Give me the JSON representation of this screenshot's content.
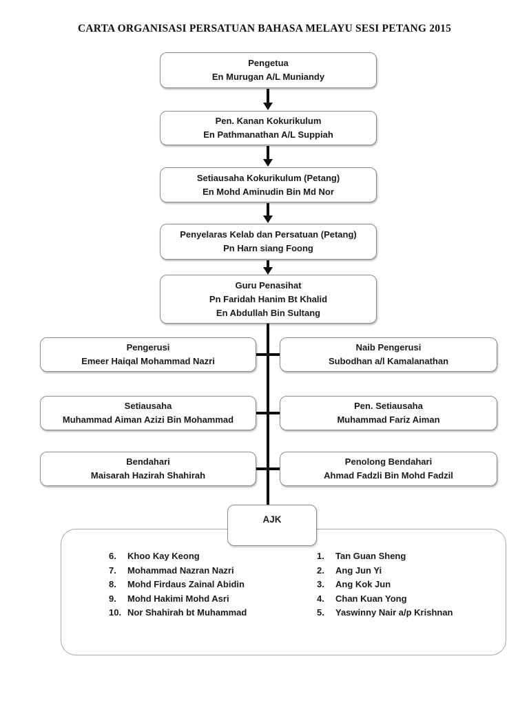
{
  "page": {
    "title": "CARTA ORGANISASI PERSATUAN BAHASA MELAYU SESI PETANG 2015"
  },
  "chain": [
    {
      "title": "Pengetua",
      "names": [
        "En Murugan A/L Muniandy"
      ]
    },
    {
      "title": "Pen. Kanan Kokurikulum",
      "names": [
        "En Pathmanathan A/L Suppiah"
      ]
    },
    {
      "title": "Setiausaha Kokurikulum (Petang)",
      "names": [
        "En Mohd Aminudin Bin Md Nor"
      ]
    },
    {
      "title": "Penyelaras Kelab dan Persatuan (Petang)",
      "names": [
        "Pn Harn siang Foong"
      ]
    },
    {
      "title": "Guru Penasihat",
      "names": [
        "Pn Faridah Hanim Bt Khalid",
        "En Abdullah Bin Sultang"
      ]
    }
  ],
  "committee_rows": [
    {
      "left": {
        "title": "Pengerusi",
        "name": "Emeer Haiqal Mohammad Nazri"
      },
      "right": {
        "title": "Naib Pengerusi",
        "name": "Subodhan a/l Kamalanathan"
      }
    },
    {
      "left": {
        "title": "Setiausaha",
        "name": "Muhammad Aiman Azizi Bin Mohammad"
      },
      "right": {
        "title": "Pen. Setiausaha",
        "name": "Muhammad Fariz Aiman"
      }
    },
    {
      "left": {
        "title": "Bendahari",
        "name": "Maisarah Hazirah Shahirah"
      },
      "right": {
        "title": "Penolong Bendahari",
        "name": "Ahmad Fadzli Bin Mohd Fadzil"
      }
    }
  ],
  "ajk": {
    "label": "AJK",
    "left_list": [
      {
        "num": "6.",
        "name": "Khoo Kay Keong"
      },
      {
        "num": "7.",
        "name": "Mohammad Nazran Nazri"
      },
      {
        "num": "8.",
        "name": "Mohd Firdaus Zainal Abidin"
      },
      {
        "num": "9.",
        "name": "Mohd Hakimi Mohd Asri"
      },
      {
        "num": "10.",
        "name": "Nor Shahirah bt Muhammad"
      }
    ],
    "right_list": [
      {
        "num": "1.",
        "name": "Tan Guan Sheng"
      },
      {
        "num": "2.",
        "name": "Ang Jun Yi"
      },
      {
        "num": "3.",
        "name": "Ang Kok Jun"
      },
      {
        "num": "4.",
        "name": "Chan Kuan Yong"
      },
      {
        "num": "5.",
        "name": "Yaswinny Nair a/p Krishnan"
      }
    ]
  },
  "colors": {
    "box_border": "#8c8c8c",
    "line": "#0d0d0d",
    "container_border": "#a8a8a8",
    "text": "#1a1a1a"
  }
}
